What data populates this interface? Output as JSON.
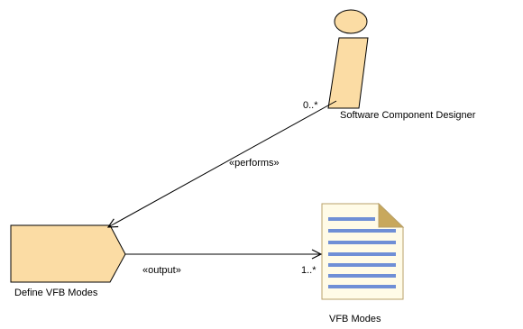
{
  "colors": {
    "fill": "#fbdca4",
    "stroke": "#000000",
    "doc_fold": "#c8a85c",
    "doc_lines": "#6f8fd6",
    "doc_paper": "#fffbe7",
    "doc_border": "#b8a068"
  },
  "icons": {
    "role": "worker-icon",
    "task": "task-definition-icon",
    "work_product": "document-icon"
  },
  "nodes": {
    "role": {
      "label": "Software Component Designer"
    },
    "task": {
      "label": "Define VFB Modes"
    },
    "work_product": {
      "label": "VFB Modes"
    }
  },
  "edges": {
    "performs": {
      "stereotype": "«performs»",
      "source_multiplicity": "0..*"
    },
    "output": {
      "stereotype": "«output»",
      "target_multiplicity": "1..*"
    }
  }
}
